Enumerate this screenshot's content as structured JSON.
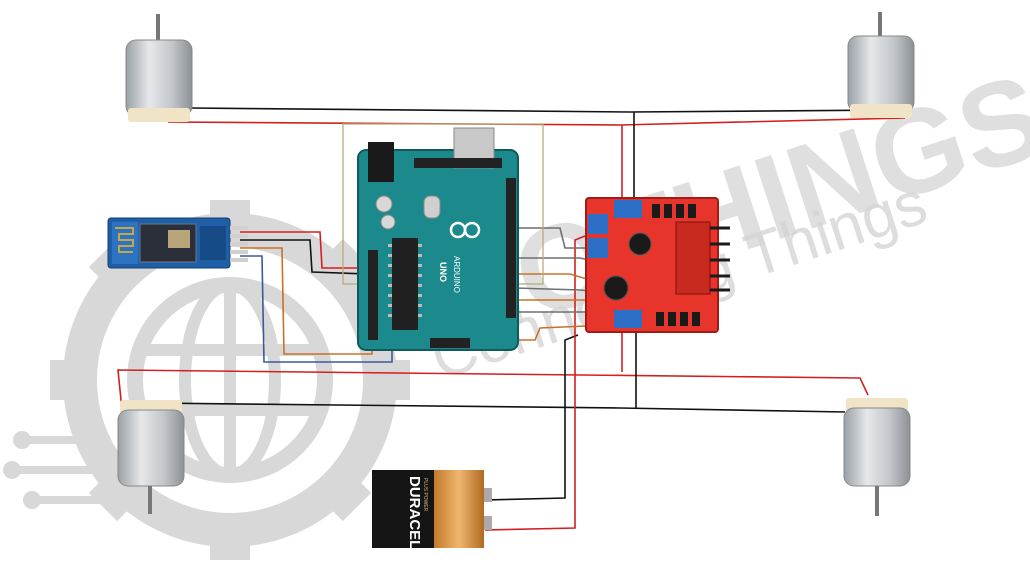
{
  "watermark": {
    "brand": "IOTHINGS",
    "tagline": "Connecting Things",
    "color": "#d0d0d0"
  },
  "components": {
    "arduino": {
      "board_label": "UNO",
      "brand_label": "ARDUINO",
      "color": "#1c8a8c"
    },
    "bluetooth_module": {
      "color": "#1f5fa8"
    },
    "motor_driver": {
      "color": "#e8352b"
    },
    "battery": {
      "brand": "DURACELL",
      "tagline": "PLUS POWER"
    },
    "motors": [
      {
        "id": "motor-top-left"
      },
      {
        "id": "motor-top-right"
      },
      {
        "id": "motor-bottom-left"
      },
      {
        "id": "motor-bottom-right"
      }
    ]
  },
  "wire_colors": {
    "red": "#d22020",
    "black": "#111111",
    "orange": "#c9712a",
    "blue": "#3a5b9a",
    "gray": "#6f6f6f"
  }
}
